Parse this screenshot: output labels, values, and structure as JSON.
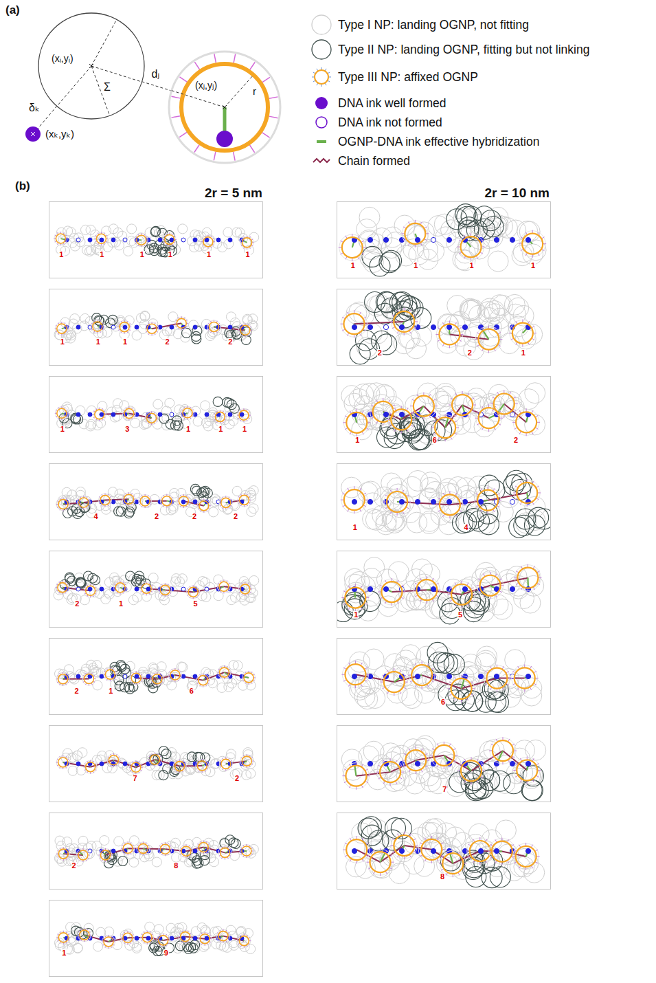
{
  "diagram": {
    "nodes": [
      {
        "text": [
          "(xᵢ,yᵢ)",
          "Σ"
        ]
      },
      {
        "text": [
          "(xⱼ,yⱼ)",
          "r"
        ]
      },
      {
        "text": [
          "1",
          "1",
          "1",
          "1",
          "1",
          "1"
        ]
      },
      {
        "text": [
          "1",
          "1",
          "1",
          "2",
          "2"
        ]
      },
      {
        "text": [
          "1",
          "3",
          "1",
          "1",
          "1"
        ]
      },
      {
        "text": [
          "4",
          "2",
          "2",
          "2"
        ]
      },
      {
        "text": [
          "2",
          "1",
          "5"
        ]
      },
      {
        "text": [
          "2",
          "1",
          "6"
        ]
      },
      {
        "text": [
          "7",
          "2"
        ]
      },
      {
        "text": [
          "2",
          "8"
        ]
      },
      {
        "text": [
          "1",
          "9"
        ]
      },
      {
        "text": [
          "1",
          "1",
          "1",
          "1"
        ]
      },
      {
        "text": [
          "2",
          "2",
          "1"
        ]
      },
      {
        "text": [
          "1",
          "6",
          "2"
        ]
      },
      {
        "text": [
          "1",
          "4"
        ]
      },
      {
        "text": [
          "1",
          "5"
        ]
      },
      {
        "text": [
          "6"
        ]
      },
      {
        "text": [
          "7"
        ]
      },
      {
        "text": [
          "8"
        ]
      }
    ],
    "edges": [
      {
        "from": 0,
        "to": 1,
        "arrow": "none",
        "label": "dⱼ"
      }
    ],
    "labels": [
      "(a)",
      "(b)",
      "2r = 5 nm",
      "2r = 10 nm",
      "δₖ",
      "(xₖ,yₖ)"
    ],
    "legend": [
      {
        "text": "Type I NP: landing OGNP, not fitting"
      },
      {
        "text": "Type II NP: landing OGNP, fitting but not linking"
      },
      {
        "text": "Type III NP: affixed OGNP"
      },
      {
        "text": "DNA ink well formed",
        "color": "#6a0dcc"
      },
      {
        "text": "DNA ink not formed"
      },
      {
        "text": "OGNP-DNA ink effective hybridization"
      },
      {
        "text": "Chain formed"
      }
    ]
  }
}
